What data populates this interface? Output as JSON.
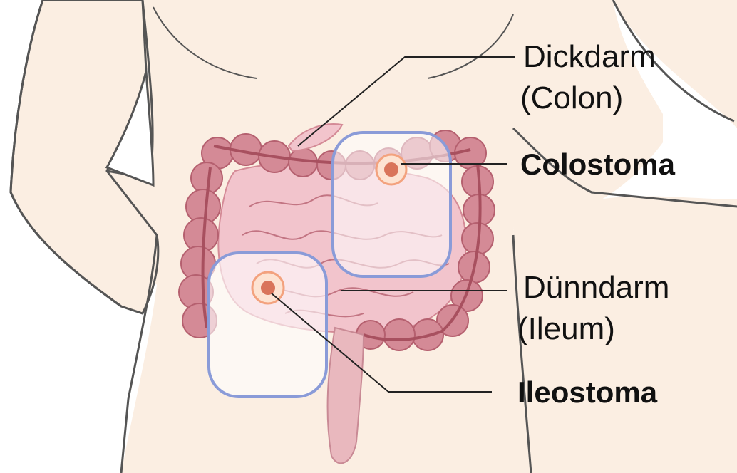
{
  "labels": {
    "dickdarm": "Dickdarm",
    "colon": "(Colon)",
    "colostoma": "Colostoma",
    "duenndarm": "Dünndarm",
    "ileum": "(Ileum)",
    "ileostoma": "Ileostoma"
  },
  "colors": {
    "skin": "#fbeee2",
    "outline": "#555555",
    "colon": "#d48a96",
    "colon_dark": "#b5606f",
    "small_intestine": "#f2c4cc",
    "stoma_ring": "#f3a27e",
    "stoma_center": "#d9745a",
    "pouch_border": "#8a9bd8",
    "leader": "#222222"
  }
}
